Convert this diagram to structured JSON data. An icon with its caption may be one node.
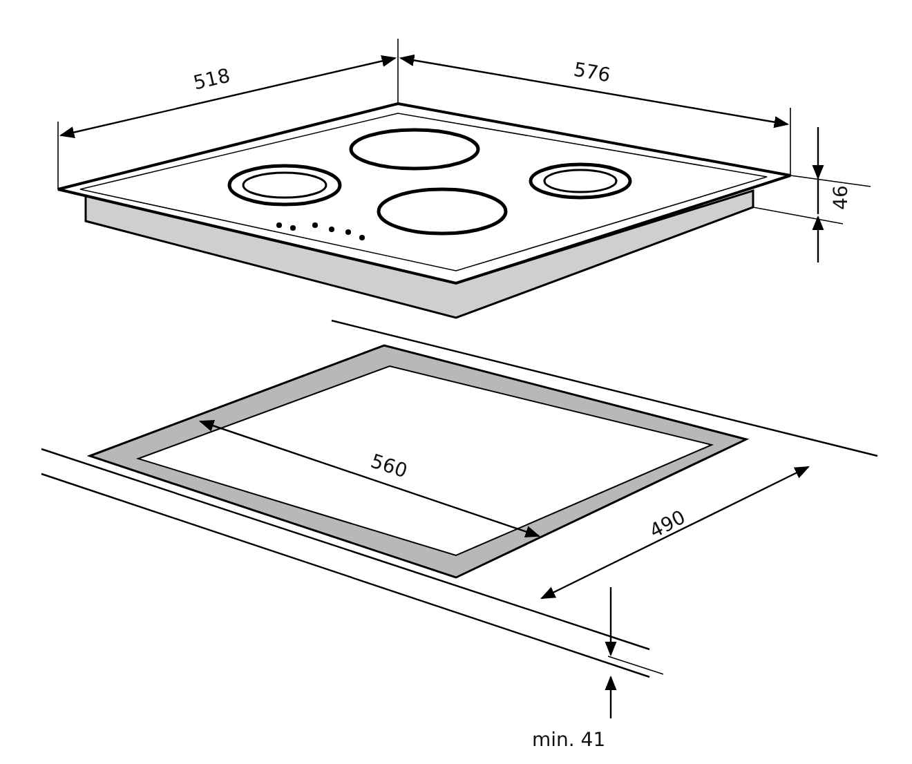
{
  "diagram": {
    "labels": [
      "518",
      "576",
      "46",
      "560",
      "490",
      "min. 41"
    ]
  }
}
